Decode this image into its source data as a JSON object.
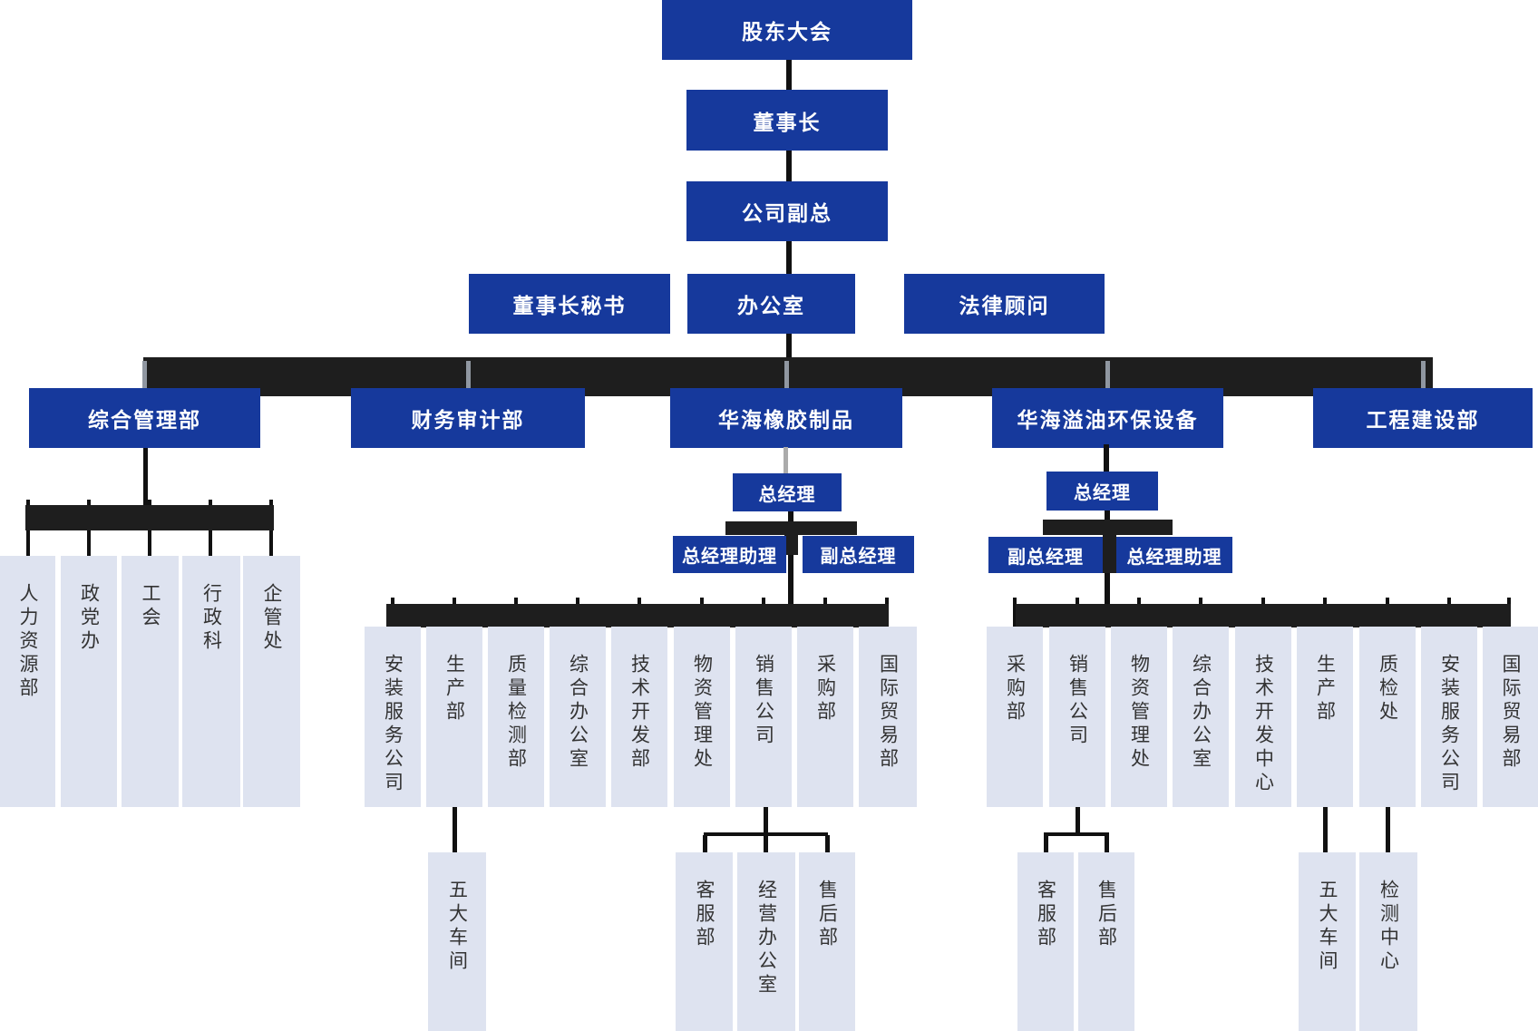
{
  "org": {
    "top": {
      "shareholders": "股东大会",
      "chairman": "董事长",
      "vice_president": "公司副总",
      "secretary": "董事长秘书",
      "office": "办公室",
      "legal_advisor": "法律顾问"
    },
    "divisions": {
      "general": "综合管理部",
      "finance": "财务审计部",
      "rubber": "华海橡胶制品",
      "enviro": "华海溢油环保设备",
      "engineering": "工程建设部"
    },
    "general_children": [
      "人力资源部",
      "政党办",
      "工会",
      "行政科",
      "企管处"
    ],
    "rubber": {
      "gm": "总经理",
      "gm_assistant": "总经理助理",
      "deputy_gm": "副总经理",
      "departments": [
        "安装服务公司",
        "生产部",
        "质量检测部",
        "综合办公室",
        "技术开发部",
        "物资管理处",
        "销售公司",
        "采购部",
        "国际贸易部"
      ],
      "production_child": "五大车间",
      "sales_children": [
        "客服部",
        "经营办公室",
        "售后部"
      ]
    },
    "enviro": {
      "gm": "总经理",
      "deputy_gm": "副总经理",
      "gm_assistant": "总经理助理",
      "departments": [
        "采购部",
        "销售公司",
        "物资管理处",
        "综合办公室",
        "技术开发中心",
        "生产部",
        "质检处",
        "安装服务公司",
        "国际贸易部"
      ],
      "sales_children": [
        "客服部",
        "售后部"
      ],
      "production_child": "五大车间",
      "qc_child": "检测中心"
    }
  },
  "colors": {
    "primary_blue": "#16399c",
    "light_box": "#dee3f0",
    "band_dark": "#1e1e1e",
    "line_black": "#111111",
    "line_gray": "#ababab"
  }
}
